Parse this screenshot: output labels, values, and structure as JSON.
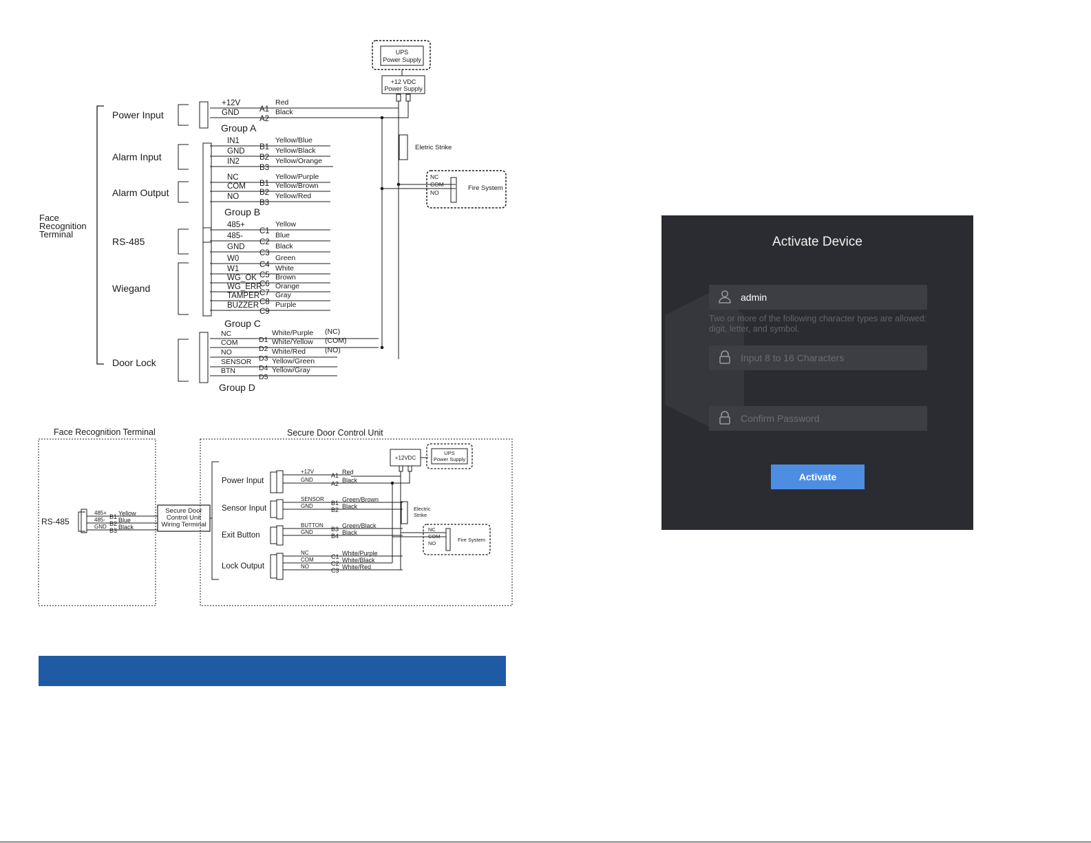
{
  "diagram1": {
    "ups_line1": "UPS",
    "ups_line2": "Power Supply",
    "vdc_line1": "+12 VDC",
    "vdc_line2": "Power Supply",
    "electric_strike": "Eletric Strike",
    "fire_system": "Fire System",
    "fire_terminals": [
      "NC",
      "COM",
      "NO"
    ],
    "terminal_label": [
      "Face",
      "Recognition",
      "Terminal"
    ],
    "groups": {
      "power_input": "Power Input",
      "alarm_input": "Alarm Input",
      "alarm_output": "Alarm Output",
      "rs485": "RS-485",
      "wiegand": "Wiegand",
      "door_lock": "Door Lock",
      "group_a": "Group A",
      "group_b": "Group B",
      "group_c": "Group C",
      "group_d": "Group D"
    },
    "rows": [
      {
        "sig": "+12V",
        "pin": "A1",
        "wire": "Red"
      },
      {
        "sig": "GND",
        "pin": "A2",
        "wire": "Black"
      },
      {
        "sig": "IN1",
        "pin": "B1",
        "wire": "Yellow/Blue"
      },
      {
        "sig": "GND",
        "pin": "B2",
        "wire": "Yellow/Black"
      },
      {
        "sig": "IN2",
        "pin": "B3",
        "wire": "Yellow/Orange"
      },
      {
        "sig": "NC",
        "pin": "B1",
        "wire": "Yellow/Purple"
      },
      {
        "sig": "COM",
        "pin": "B2",
        "wire": "Yellow/Brown"
      },
      {
        "sig": "NO",
        "pin": "B3",
        "wire": "Yellow/Red"
      },
      {
        "sig": "485+",
        "pin": "C1",
        "wire": "Yellow"
      },
      {
        "sig": "485-",
        "pin": "C2",
        "wire": "Blue"
      },
      {
        "sig": "GND",
        "pin": "C3",
        "wire": "Black"
      },
      {
        "sig": "W0",
        "pin": "C4",
        "wire": "Green"
      },
      {
        "sig": "W1",
        "pin": "C5",
        "wire": "White"
      },
      {
        "sig": "WG_OK",
        "pin": "C6",
        "wire": "Brown"
      },
      {
        "sig": "WG_ERR",
        "pin": "C7",
        "wire": "Orange"
      },
      {
        "sig": "TAMPER",
        "pin": "C8",
        "wire": "Gray"
      },
      {
        "sig": "BUZZER",
        "pin": "C9",
        "wire": "Purple"
      },
      {
        "sig": "NC",
        "pin": "D1",
        "wire": "White/Purple",
        "note": "(NC)"
      },
      {
        "sig": "COM",
        "pin": "D2",
        "wire": "White/Yellow",
        "note": "(COM)"
      },
      {
        "sig": "NO",
        "pin": "D3",
        "wire": "White/Red",
        "note": "(NO)"
      },
      {
        "sig": "SENSOR",
        "pin": "D4",
        "wire": "Yellow/Green"
      },
      {
        "sig": "BTN",
        "pin": "D5",
        "wire": "Yellow/Gray"
      }
    ]
  },
  "diagram2": {
    "face_title": "Face Recognition Terminal",
    "sdcu_title": "Secure Door Control Unit",
    "rs485": "RS-485",
    "face_rows": [
      {
        "sig": "485+",
        "pin": "B1",
        "wire": "Yellow"
      },
      {
        "sig": "485-",
        "pin": "B2",
        "wire": "Blue"
      },
      {
        "sig": "GND",
        "pin": "B3",
        "wire": "Black"
      }
    ],
    "wiring_box": [
      "Secure Door",
      "Control Unit",
      "Wiring Terminal"
    ],
    "vdc": "+12VDC",
    "ups": [
      "UPS",
      "Power Supply"
    ],
    "electric_strike": [
      "Electric",
      "Strike"
    ],
    "fire_system": "Fire System",
    "fire_terminals": [
      "NC",
      "COM",
      "NO"
    ],
    "groups": {
      "power_input": "Power Input",
      "sensor_input": "Sensor Input",
      "exit_button": "Exit Button",
      "lock_output": "Lock Output"
    },
    "rows": [
      {
        "sig": "+12V",
        "pin": "A1",
        "wire": "Red"
      },
      {
        "sig": "GND",
        "pin": "A2",
        "wire": "Black"
      },
      {
        "sig": "SENSOR",
        "pin": "B1",
        "wire": "Green/Brown"
      },
      {
        "sig": "GND",
        "pin": "B2",
        "wire": "Black"
      },
      {
        "sig": "BUTTON",
        "pin": "B3",
        "wire": "Green/Black"
      },
      {
        "sig": "GND",
        "pin": "B4",
        "wire": "Black"
      },
      {
        "sig": "NC",
        "pin": "C1",
        "wire": "White/Purple"
      },
      {
        "sig": "COM",
        "pin": "C2",
        "wire": "White/Black"
      },
      {
        "sig": "NO",
        "pin": "C3",
        "wire": "White/Red"
      }
    ]
  },
  "banner": {
    "color": "#1f5ba5"
  },
  "activate": {
    "title": "Activate Device",
    "username_value": "admin",
    "hint": "Two or more of the following character types are allowed: digit, letter, and symbol.",
    "password_placeholder": "Input 8 to 16 Characters",
    "confirm_placeholder": "Confirm Password",
    "button_label": "Activate",
    "panel_color": "#2b2c31",
    "button_color": "#4e8ee2",
    "icons": {
      "username": "user-icon",
      "password": "lock-icon",
      "confirm": "lock-icon"
    }
  }
}
